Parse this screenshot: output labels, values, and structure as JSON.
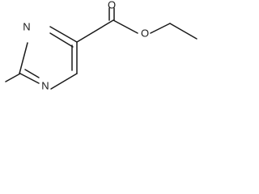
{
  "molecule": {
    "atoms": {
      "n1": "N",
      "n3": "N",
      "o_carbonyl": "O",
      "o_ester": "O"
    }
  }
}
